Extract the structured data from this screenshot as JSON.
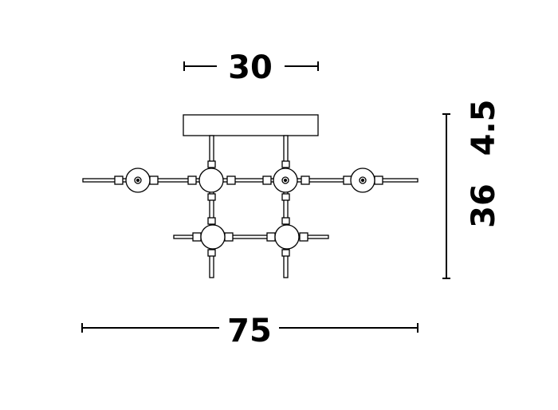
{
  "dimensions": {
    "top_width": "30",
    "total_width": "75",
    "total_height": "36",
    "canopy_height": "4.5"
  }
}
